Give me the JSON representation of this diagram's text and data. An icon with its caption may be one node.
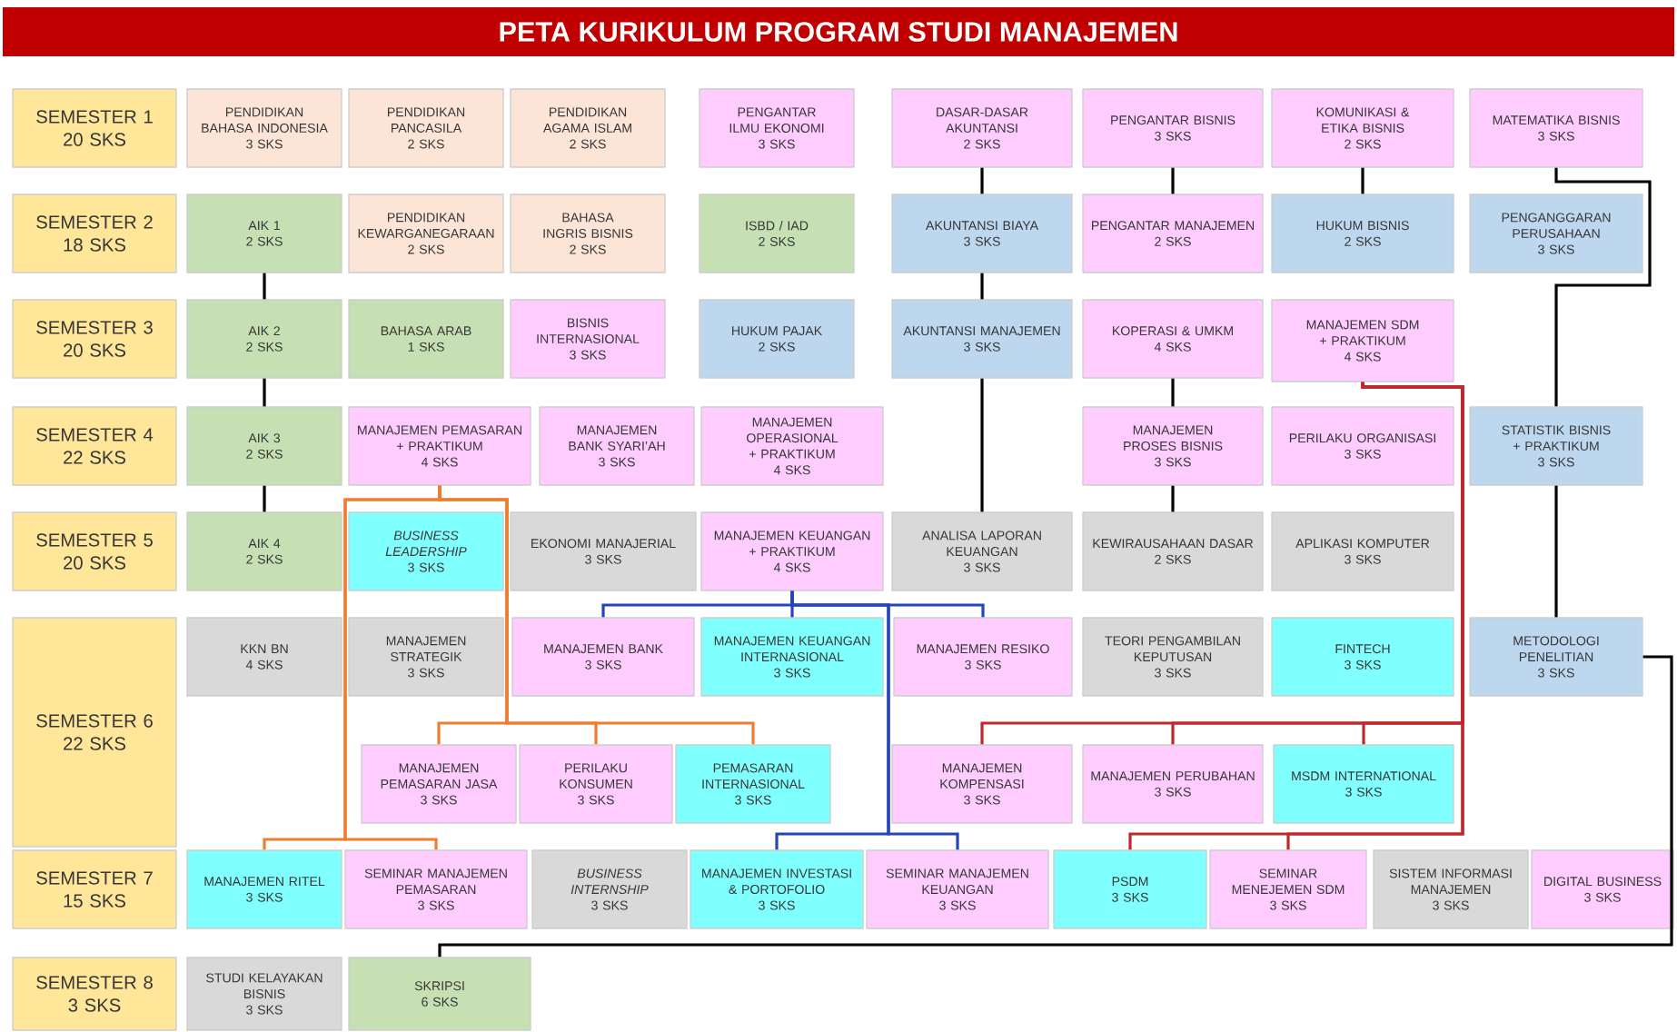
{
  "diagram": {
    "title": "PETA KURIKULUM PROGRAM STUDI MANAJEMEN",
    "nodes": [
      {
        "text": [
          "SEMESTER 1",
          "20 SKS"
        ]
      },
      {
        "text": [
          "PENDIDIKAN BAHASA INDONESIA",
          "3 SKS"
        ]
      },
      {
        "text": [
          "PENDIDIKAN PANCASILA",
          "2 SKS"
        ]
      },
      {
        "text": [
          "PENDIDIKAN AGAMA ISLAM",
          "2 SKS"
        ]
      },
      {
        "text": [
          "PENGANTAR ILMU EKONOMI",
          "3 SKS"
        ]
      },
      {
        "text": [
          "DASAR-DASAR AKUNTANSI",
          "2 SKS"
        ]
      },
      {
        "text": [
          "PENGANTAR BISNIS",
          "3 SKS"
        ]
      },
      {
        "text": [
          "KOMUNIKASI & ETIKA BISNIS",
          "2 SKS"
        ]
      },
      {
        "text": [
          "MATEMATIKA BISNIS",
          "3 SKS"
        ]
      },
      {
        "text": [
          "SEMESTER 2",
          "18 SKS"
        ]
      },
      {
        "text": [
          "AIK 1",
          "2 SKS"
        ]
      },
      {
        "text": [
          "PENDIDIKAN KEWARGANEGARAAN",
          "2 SKS"
        ]
      },
      {
        "text": [
          "BAHASA INGRIS BISNIS",
          "2 SKS"
        ]
      },
      {
        "text": [
          "ISBD / IAD",
          "2 SKS"
        ]
      },
      {
        "text": [
          "AKUNTANSI BIAYA",
          "3 SKS"
        ]
      },
      {
        "text": [
          "PENGANTAR MANAJEMEN",
          "2 SKS"
        ]
      },
      {
        "text": [
          "HUKUM BISNIS",
          "2 SKS"
        ]
      },
      {
        "text": [
          "PENGANGGARAN PERUSAHAAN",
          "3 SKS"
        ]
      },
      {
        "text": [
          "SEMESTER 3",
          "20 SKS"
        ]
      },
      {
        "text": [
          "AIK 2",
          "2 SKS"
        ]
      },
      {
        "text": [
          "BAHASA ARAB",
          "1 SKS"
        ]
      },
      {
        "text": [
          "BISNIS INTERNASIONAL",
          "3 SKS"
        ]
      },
      {
        "text": [
          "HUKUM PAJAK",
          "2 SKS"
        ]
      },
      {
        "text": [
          "AKUNTANSI MANAJEMEN",
          "3 SKS"
        ]
      },
      {
        "text": [
          "KOPERASI & UMKM",
          "4 SKS"
        ]
      },
      {
        "text": [
          "MANAJEMEN SDM + PRAKTIKUM",
          "4 SKS"
        ]
      },
      {
        "text": [
          "SEMESTER 4",
          "22 SKS"
        ]
      },
      {
        "text": [
          "AIK 3",
          "2 SKS"
        ]
      },
      {
        "text": [
          "MANAJEMEN PEMASARAN + PRAKTIKUM",
          "4 SKS"
        ]
      },
      {
        "text": [
          "MANAJEMEN BANK SYARI’AH",
          "3 SKS"
        ]
      },
      {
        "text": [
          "MANAJEMEN OPERASIONAL + PRAKTIKUM",
          "4 SKS"
        ]
      },
      {
        "text": [
          "MANAJEMEN PROSES BISNIS",
          "3 SKS"
        ]
      },
      {
        "text": [
          "PERILAKU ORGANISASI",
          "3 SKS"
        ]
      },
      {
        "text": [
          "STATISTIK BISNIS + PRAKTIKUM",
          "3 SKS"
        ]
      },
      {
        "text": [
          "SEMESTER 5",
          "20 SKS"
        ]
      },
      {
        "text": [
          "AIK 4",
          "2 SKS"
        ]
      },
      {
        "text": [
          "BUSINESS LEADERSHIP",
          "3 SKS"
        ]
      },
      {
        "text": [
          "EKONOMI MANAJERIAL",
          "3 SKS"
        ]
      },
      {
        "text": [
          "MANAJEMEN KEUANGAN + PRAKTIKUM",
          "4 SKS"
        ]
      },
      {
        "text": [
          "ANALISA LAPORAN KEUANGAN",
          "3 SKS"
        ]
      },
      {
        "text": [
          "KEWIRAUSAHAAN DASAR",
          "2 SKS"
        ]
      },
      {
        "text": [
          "APLIKASI KOMPUTER",
          "3 SKS"
        ]
      },
      {
        "text": [
          "SEMESTER 6",
          "22 SKS"
        ]
      },
      {
        "text": [
          "KKN BN",
          "4 SKS"
        ]
      },
      {
        "text": [
          "MANAJEMEN STRATEGIK",
          "3 SKS"
        ]
      },
      {
        "text": [
          "MANAJEMEN BANK",
          "3 SKS"
        ]
      },
      {
        "text": [
          "MANAJEMEN KEUANGAN INTERNASIONAL",
          "3 SKS"
        ]
      },
      {
        "text": [
          "MANAJEMEN RESIKO",
          "3 SKS"
        ]
      },
      {
        "text": [
          "TEORI PENGAMBILAN KEPUTUSAN",
          "3 SKS"
        ]
      },
      {
        "text": [
          "FINTECH",
          "3 SKS"
        ]
      },
      {
        "text": [
          "METODOLOGI PENELITIAN",
          "3 SKS"
        ]
      },
      {
        "text": [
          "MANAJEMEN PEMASARAN JASA",
          "3 SKS"
        ]
      },
      {
        "text": [
          "PERILAKU KONSUMEN",
          "3 SKS"
        ]
      },
      {
        "text": [
          "PEMASARAN INTERNASIONAL",
          "3 SKS"
        ]
      },
      {
        "text": [
          "MANAJEMEN KOMPENSASI",
          "3 SKS"
        ]
      },
      {
        "text": [
          "MANAJEMEN PERUBAHAN",
          "3 SKS"
        ]
      },
      {
        "text": [
          "MSDM INTERNATIONAL",
          "3 SKS"
        ]
      },
      {
        "text": [
          "SEMESTER 7",
          "15 SKS"
        ]
      },
      {
        "text": [
          "MANAJEMEN RITEL",
          "3 SKS"
        ]
      },
      {
        "text": [
          "SEMINAR MANAJEMEN PEMASARAN",
          "3 SKS"
        ]
      },
      {
        "text": [
          "BUSINESS INTERNSHIP",
          "3 SKS"
        ]
      },
      {
        "text": [
          "MANAJEMEN INVESTASI & PORTOFOLIO",
          "3 SKS"
        ]
      },
      {
        "text": [
          "SEMINAR MANAJEMEN KEUANGAN",
          "3 SKS"
        ]
      },
      {
        "text": [
          "PSDM",
          "3 SKS"
        ]
      },
      {
        "text": [
          "SEMINAR MENEJEMEN SDM",
          "3 SKS"
        ]
      },
      {
        "text": [
          "SISTEM INFORMASI MANAJEMEN",
          "3 SKS"
        ]
      },
      {
        "text": [
          "DIGITAL BUSINESS",
          "3 SKS"
        ]
      },
      {
        "text": [
          "SEMESTER 8",
          "3 SKS"
        ]
      },
      {
        "text": [
          "STUDI KELAYAKAN BISNIS",
          "3 SKS"
        ]
      },
      {
        "text": [
          "SKRIPSI",
          "6 SKS"
        ]
      }
    ],
    "edges": [
      {
        "from": 10,
        "to": 19,
        "arrow": "none"
      },
      {
        "from": 19,
        "to": 27,
        "arrow": "none"
      },
      {
        "from": 27,
        "to": 35,
        "arrow": "none"
      },
      {
        "from": 5,
        "to": 14,
        "arrow": "none"
      },
      {
        "from": 14,
        "to": 23,
        "arrow": "none"
      },
      {
        "from": 23,
        "to": 39,
        "arrow": "none"
      },
      {
        "from": 6,
        "to": 15,
        "arrow": "none"
      },
      {
        "from": 24,
        "to": 31,
        "arrow": "none"
      },
      {
        "from": 31,
        "to": 40,
        "arrow": "none"
      },
      {
        "from": 7,
        "to": 16,
        "arrow": "none"
      },
      {
        "from": 8,
        "to": 33,
        "arrow": "none"
      },
      {
        "from": 33,
        "to": 50,
        "arrow": "none"
      },
      {
        "from": 50,
        "to": 69,
        "arrow": "none"
      },
      {
        "from": 28,
        "to": 51,
        "arrow": "none",
        "color": "#ed7d31"
      },
      {
        "from": 28,
        "to": 52,
        "arrow": "none",
        "color": "#ed7d31"
      },
      {
        "from": 28,
        "to": 53,
        "arrow": "none",
        "color": "#ed7d31"
      },
      {
        "from": 28,
        "to": 58,
        "arrow": "none",
        "color": "#ed7d31"
      },
      {
        "from": 28,
        "to": 59,
        "arrow": "none",
        "color": "#ed7d31"
      },
      {
        "from": 38,
        "to": 45,
        "arrow": "none",
        "color": "#2446b8"
      },
      {
        "from": 38,
        "to": 46,
        "arrow": "none",
        "color": "#2446b8"
      },
      {
        "from": 38,
        "to": 47,
        "arrow": "none",
        "color": "#2446b8"
      },
      {
        "from": 38,
        "to": 61,
        "arrow": "none",
        "color": "#2446b8"
      },
      {
        "from": 38,
        "to": 62,
        "arrow": "none",
        "color": "#2446b8"
      },
      {
        "from": 25,
        "to": 54,
        "arrow": "none",
        "color": "#c0282d"
      },
      {
        "from": 25,
        "to": 55,
        "arrow": "none",
        "color": "#c0282d"
      },
      {
        "from": 25,
        "to": 56,
        "arrow": "none",
        "color": "#c0282d"
      },
      {
        "from": 25,
        "to": 63,
        "arrow": "none",
        "color": "#c0282d"
      },
      {
        "from": 25,
        "to": 64,
        "arrow": "none",
        "color": "#c0282d"
      }
    ]
  }
}
